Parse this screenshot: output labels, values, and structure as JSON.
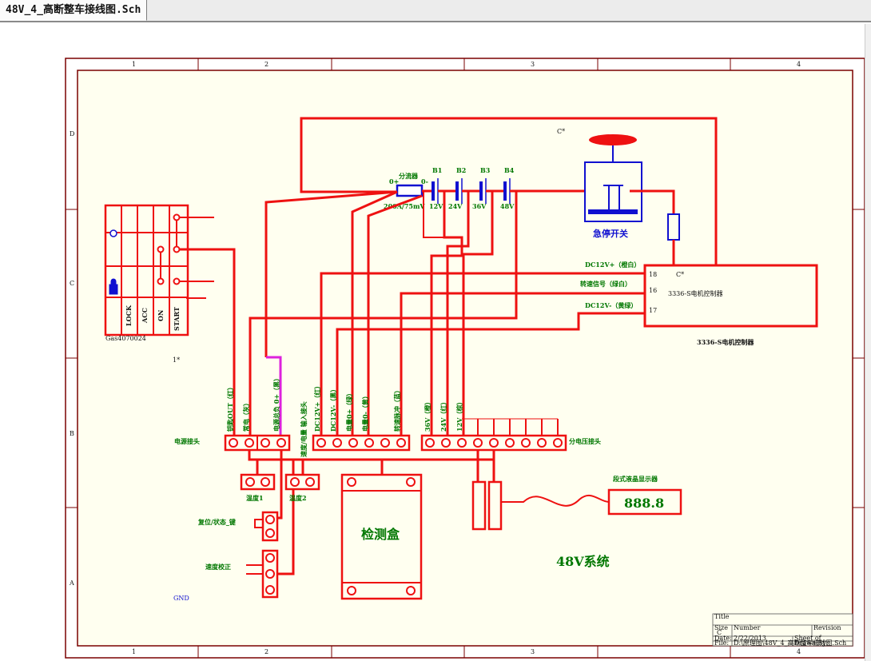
{
  "window": {
    "tab_title": "48V_4_高断整车接线图.Sch"
  },
  "colors": {
    "wire": "#ee1111",
    "green_text": "#007700",
    "blue": "#1010d0",
    "magenta": "#dd22dd",
    "paper": "#fffff0",
    "frame": "#8a0000"
  },
  "schematic": {
    "battery": {
      "shunt_label": "分流器",
      "shunt_rating": "200A/75mV",
      "shunt_pos": "0+",
      "shunt_neg": "0-",
      "cells": [
        {
          "name": "B1",
          "voltage": "12V"
        },
        {
          "name": "B2",
          "voltage": "24V"
        },
        {
          "name": "B3",
          "voltage": "36V"
        },
        {
          "name": "B4",
          "voltage": "48V"
        }
      ]
    },
    "emergency_switch": {
      "label": "急停开关"
    },
    "controller": {
      "title": "3336-S电机控制器",
      "caption": "3336-S电机控制器",
      "pins": [
        {
          "num": "18",
          "label": "DC12V+（橙白）"
        },
        {
          "num": "16",
          "label": "转速信号（绿白）"
        },
        {
          "num": "17",
          "label": "DC12V-（黄绿）"
        }
      ]
    },
    "key_switch": {
      "positions": [
        "LOCK",
        "ACC",
        "ON",
        "START"
      ],
      "tag": "Gas4070024"
    },
    "connectors": {
      "power": {
        "label": "电源接头",
        "wires": [
          "钥匙OUT（红）",
          "常电（灰）",
          "电源总负 0+（黑）"
        ]
      },
      "speed": {
        "label": "速度/电量 输入接头",
        "wires": [
          "DC12V+（红）",
          "DC12V-（黑）",
          "电量0+（绿）",
          "电量0-（黄）",
          "转速脉冲（蓝）"
        ]
      },
      "divider": {
        "label": "分电压接头",
        "wires": [
          "36V（橙）",
          "24V（红）",
          "12V（棕）"
        ]
      }
    },
    "sockets": {
      "s1": "温度1",
      "s2": "温度2"
    },
    "reset_key": "复位/状态_键",
    "speed_adjust": "速度校正",
    "detect_box": "检测盒",
    "display": {
      "title": "段式液晶显示器",
      "value": "888.8"
    },
    "system_label": "48V系统",
    "frame_marks": {
      "cols": [
        "1",
        "2",
        "3",
        "4",
        "1",
        "2",
        "3",
        "4"
      ],
      "rows": [
        "D",
        "C",
        "B",
        "A"
      ]
    },
    "title_block": {
      "title": "Title",
      "size": "Size",
      "size_val": "C",
      "number": "Number",
      "revision": "Revision",
      "date": "Date:",
      "date_val": "2/22/2013",
      "file": "File:",
      "file_val": "D:\\原理图\\48V_4_高断整车接线图.Sch",
      "sheet": "Sheet   of",
      "drawn": "Drawn By:"
    },
    "small_marks": {
      "c1": "C*",
      "c2": "C*",
      "star": "1*",
      "gnd": "GND"
    }
  }
}
